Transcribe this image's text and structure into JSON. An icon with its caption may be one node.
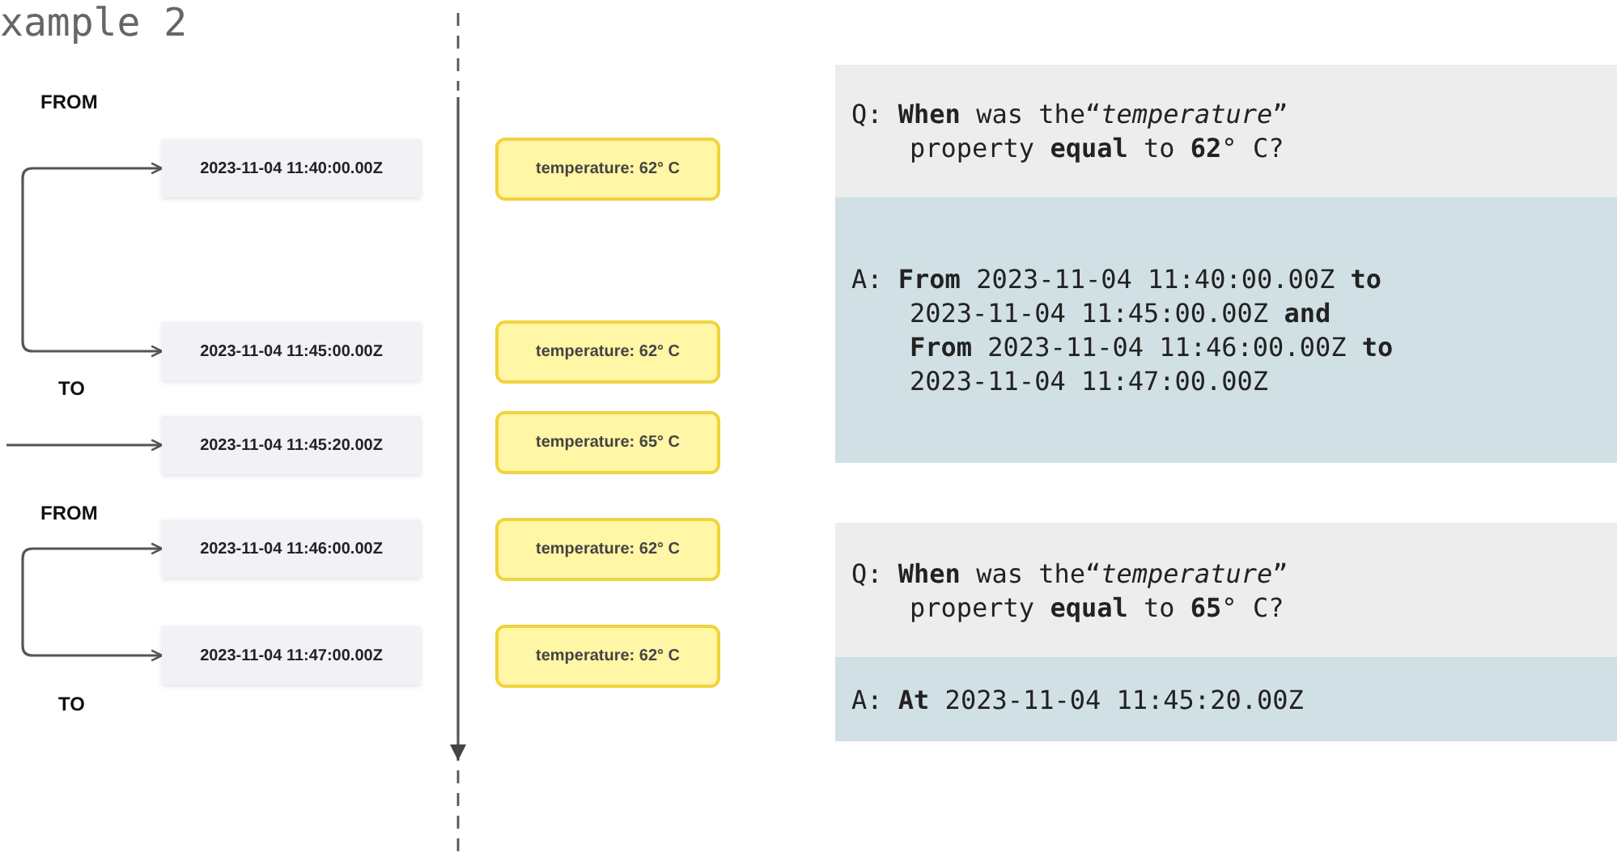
{
  "diagram": {
    "title": "xample 2",
    "labels": [
      "FROM",
      "TO",
      "FROM",
      "TO"
    ],
    "nodes": [
      {
        "text": [
          "2023-11-04 11:40:00.00Z"
        ]
      },
      {
        "text": [
          "2023-11-04 11:45:00.00Z"
        ]
      },
      {
        "text": [
          "2023-11-04 11:45:20.00Z"
        ]
      },
      {
        "text": [
          "2023-11-04 11:46:00.00Z"
        ]
      },
      {
        "text": [
          "2023-11-04 11:47:00.00Z"
        ]
      },
      {
        "text": [
          "temperature: 62° C"
        ]
      },
      {
        "text": [
          "temperature: 62° C"
        ]
      },
      {
        "text": [
          "temperature: 65° C"
        ]
      },
      {
        "text": [
          "temperature: 62° C"
        ]
      },
      {
        "text": [
          "temperature: 62° C"
        ]
      },
      {
        "text": [
          "Q: **When** was the“*temperature*” property **equal** to **62**° C?"
        ]
      },
      {
        "text": [
          "A: **From** 2023-11-04 11:40:00.00Z **to** 2023-11-04 11:45:00.00Z **and** **From** 2023-11-04 11:46:00.00Z **to** 2023-11-04 11:47:00.00Z"
        ]
      },
      {
        "text": [
          "Q: **When** was the“*temperature*” property **equal** to **65**° C?"
        ]
      },
      {
        "text": [
          "A: **At** 2023-11-04 11:45:20.00Z"
        ]
      }
    ],
    "edges": [
      {
        "from": 0,
        "to": 1,
        "arrow": "both"
      },
      {
        "from": null,
        "to": 2,
        "arrow": "to"
      },
      {
        "from": 3,
        "to": 4,
        "arrow": "both"
      }
    ]
  }
}
